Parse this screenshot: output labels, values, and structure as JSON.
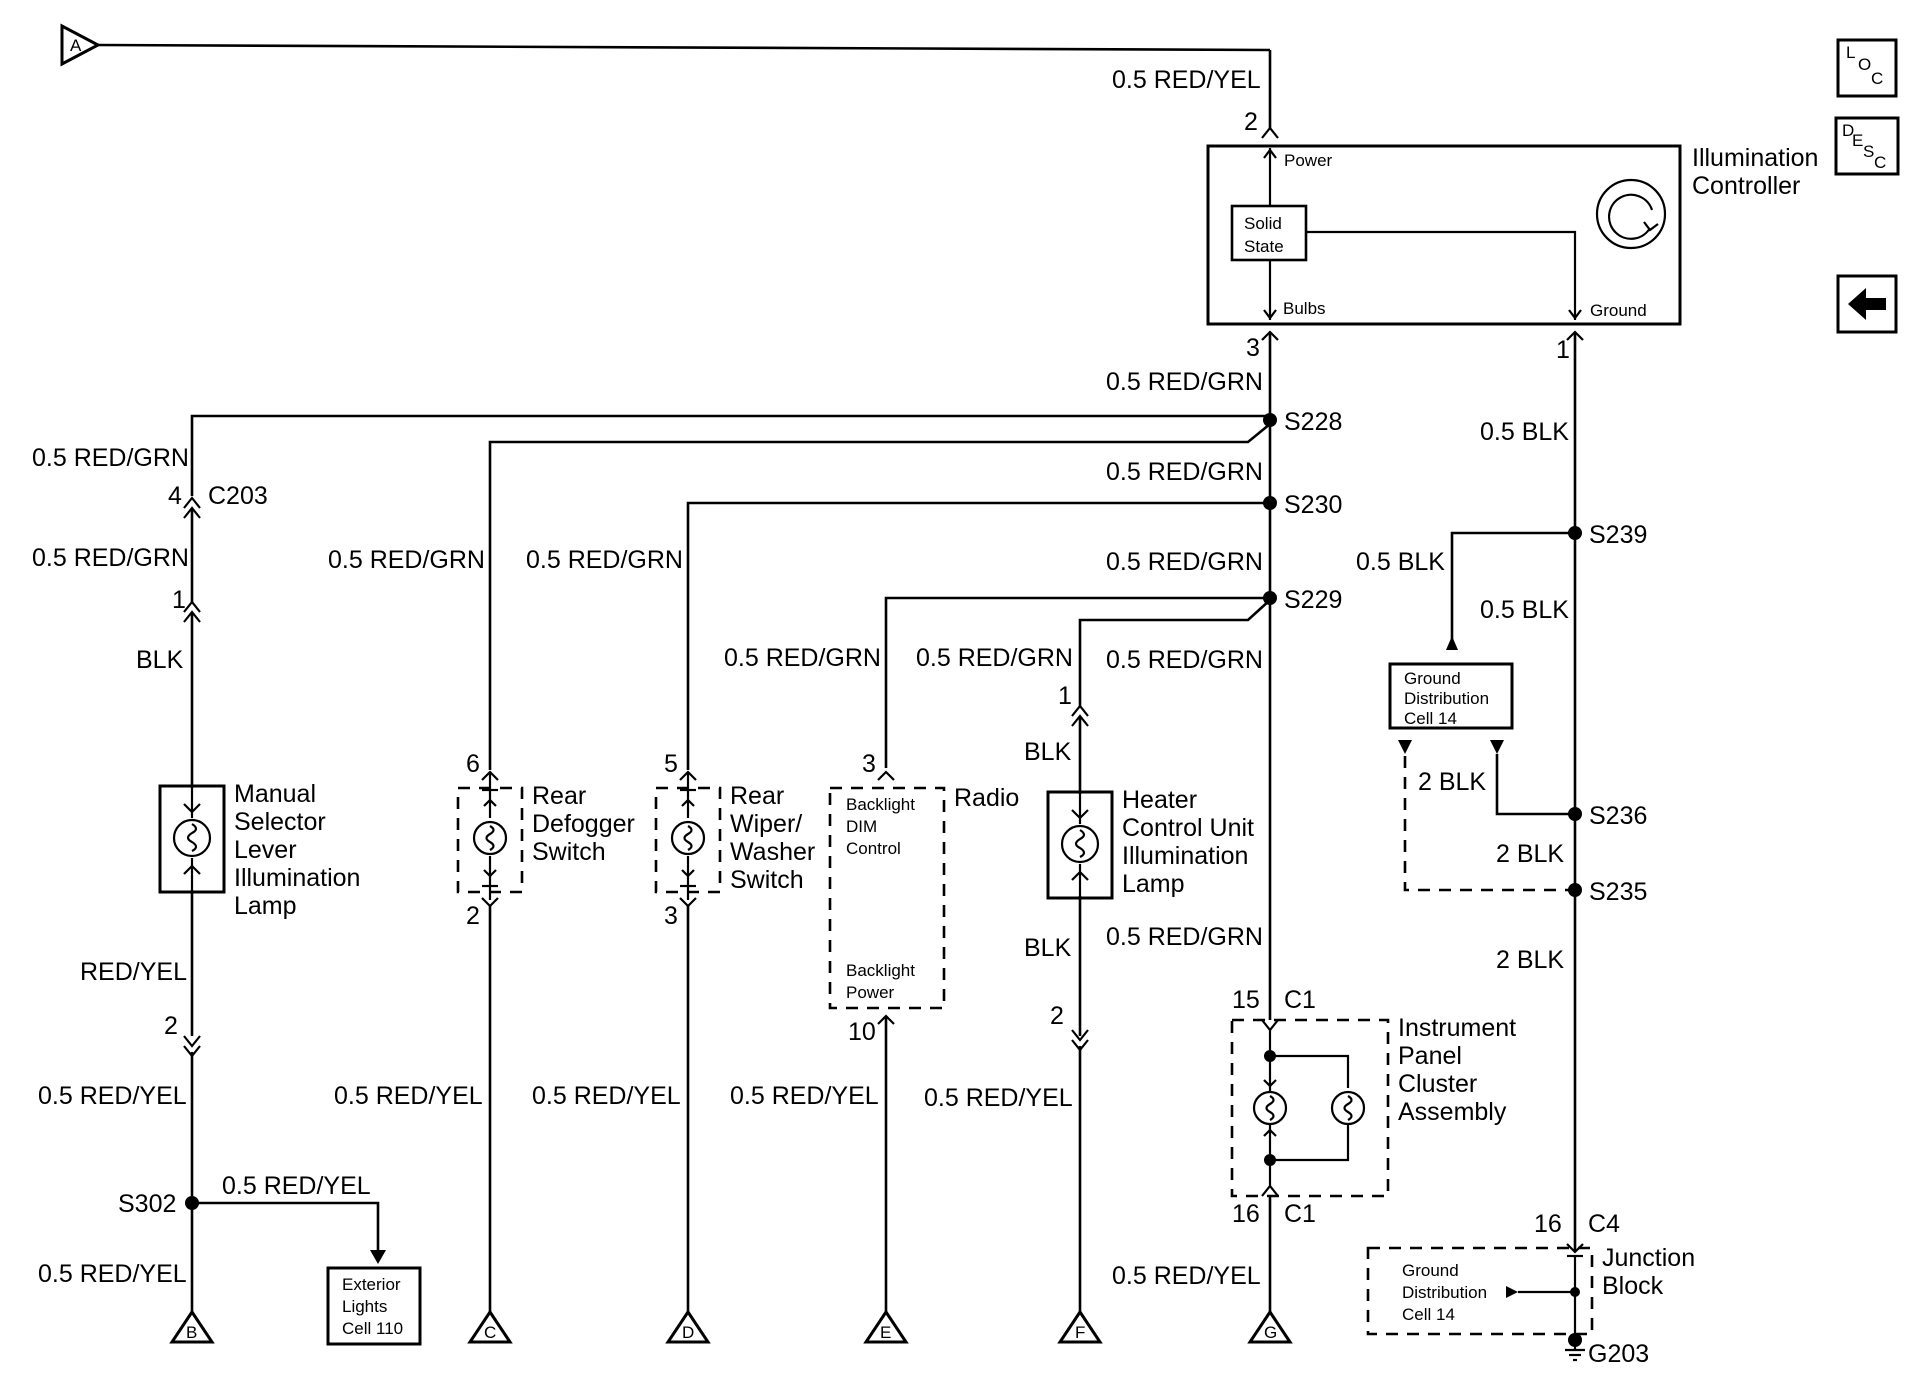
{
  "nav": {
    "loc": [
      "L",
      "O",
      "C"
    ],
    "desc": [
      "D",
      "E",
      "S",
      "C"
    ],
    "back_icon": "left-arrow-icon"
  },
  "controller": {
    "name_line1": "Illumination",
    "name_line2": "Controller",
    "power": "Power",
    "solid1": "Solid",
    "solid2": "State",
    "bulbs": "Bulbs",
    "ground": "Ground",
    "pin_power": "2",
    "pin_bulbs": "3",
    "pin_ground": "1"
  },
  "wires": {
    "a_power": "0.5 RED/YEL",
    "bulbs_out": "0.5 RED/GRN",
    "s228_s230": "0.5 RED/GRN",
    "s230_s229": "0.5 RED/GRN",
    "s229_down": "0.5 RED/GRN",
    "ip_lower": "0.5 RED/GRN",
    "g_wire": "0.5 RED/YEL",
    "ground_blk": "0.5 BLK",
    "s239_branch": "0.5 BLK",
    "s239_down": "0.5 BLK",
    "gd_2blk": "2 BLK",
    "s236_s235": "2 BLK",
    "s235_down": "2 BLK"
  },
  "splices": {
    "s228": "S228",
    "s230": "S230",
    "s229": "S229",
    "s239": "S239",
    "s236": "S236",
    "s235": "S235",
    "s302": "S302"
  },
  "manual": {
    "top_wire": "0.5 RED/GRN",
    "pin4": "4",
    "conn": "C203",
    "wire2": "0.5 RED/GRN",
    "pin1": "1",
    "blk": "BLK",
    "l1": "Manual",
    "l2": "Selector",
    "l3": "Lever",
    "l4": "Illumination",
    "l5": "Lamp",
    "redyel": "RED/YEL",
    "pin2": "2",
    "wire3": "0.5 RED/YEL",
    "wire4": "0.5 RED/YEL",
    "branch": "0.5 RED/YEL",
    "ext1": "Exterior",
    "ext2": "Lights",
    "ext3": "Cell 110"
  },
  "defog": {
    "top_wire": "0.5 RED/GRN",
    "pin_top": "6",
    "l1": "Rear",
    "l2": "Defogger",
    "l3": "Switch",
    "pin_bot": "2",
    "bot_wire": "0.5 RED/YEL"
  },
  "wiper": {
    "top_wire": "0.5 RED/GRN",
    "pin_top": "5",
    "l1": "Rear",
    "l2": "Wiper/",
    "l3": "Washer",
    "l4": "Switch",
    "pin_bot": "3",
    "bot_wire": "0.5 RED/YEL"
  },
  "radio": {
    "top_wire": "0.5 RED/GRN",
    "pin_top": "3",
    "name": "Radio",
    "bd1": "Backlight",
    "bd2": "DIM",
    "bd3": "Control",
    "bp1": "Backlight",
    "bp2": "Power",
    "pin_bot": "10",
    "bot_wire": "0.5 RED/YEL"
  },
  "heater": {
    "top_wire": "0.5 RED/GRN",
    "pin_top": "1",
    "blk_top": "BLK",
    "l1": "Heater",
    "l2": "Control Unit",
    "l3": "Illumination",
    "l4": "Lamp",
    "blk_bot": "BLK",
    "pin_bot": "2",
    "bot_wire": "0.5 RED/YEL"
  },
  "cluster": {
    "pin_top": "15",
    "conn_top": "C1",
    "l1": "Instrument",
    "l2": "Panel",
    "l3": "Cluster",
    "l4": "Assembly",
    "pin_bot": "16",
    "conn_bot": "C1"
  },
  "ground_dist": {
    "l1": "Ground",
    "l2": "Distribution",
    "l3": "Cell 14"
  },
  "junction": {
    "pin": "16",
    "conn": "C4",
    "l1": "Junction",
    "l2": "Block",
    "gd1": "Ground",
    "gd2": "Distribution",
    "gd3": "Cell 14",
    "ground": "G203"
  },
  "offpage": [
    "A",
    "B",
    "C",
    "D",
    "E",
    "F",
    "G"
  ]
}
